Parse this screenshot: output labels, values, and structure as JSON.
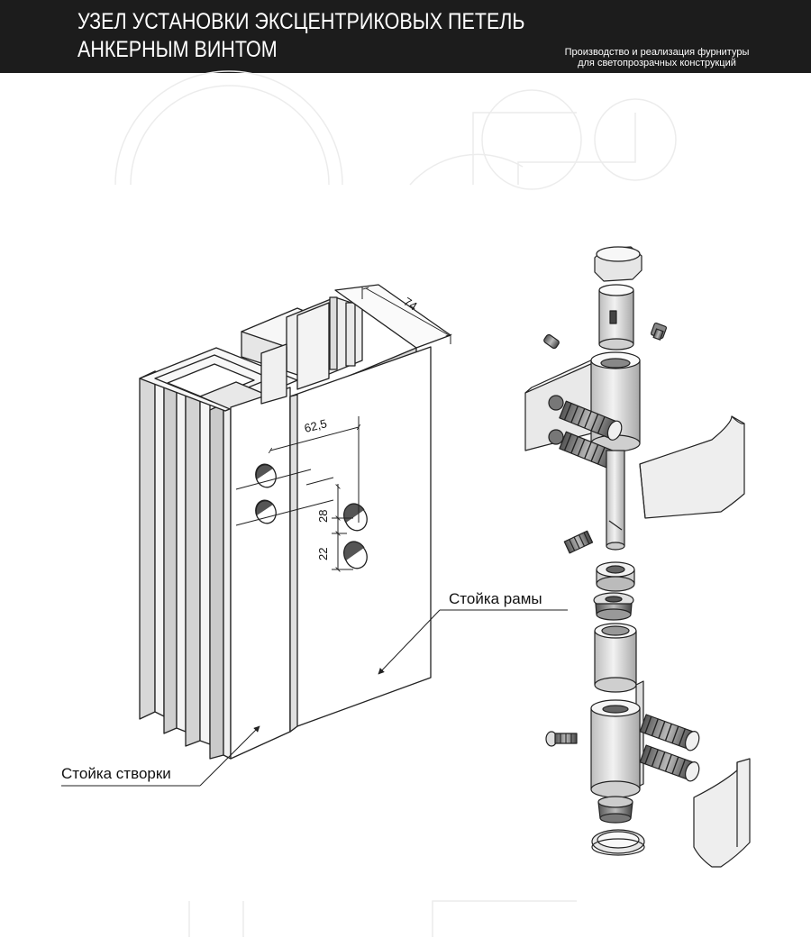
{
  "header": {
    "title_line1": "УЗЕЛ УСТАНОВКИ ЭКСЦЕНТРИКОВЫХ ПЕТЕЛЬ",
    "title_line2": "АНКЕРНЫМ ВИНТОМ",
    "tagline_line1": "Производство и реализация фурнитуры",
    "tagline_line2": "для светопрозрачных конструкций"
  },
  "drawing": {
    "dim_width": "74",
    "dim_spacing": "62,5",
    "dim_upper": "28",
    "dim_lower": "22",
    "label_frame": "Стойка рамы",
    "label_sash": "Стойка створки"
  },
  "colors": {
    "header_bg": "#1c1c1c",
    "line": "#222222",
    "metal_light": "#e4e4e4",
    "metal_dark": "#9a9a9a"
  }
}
